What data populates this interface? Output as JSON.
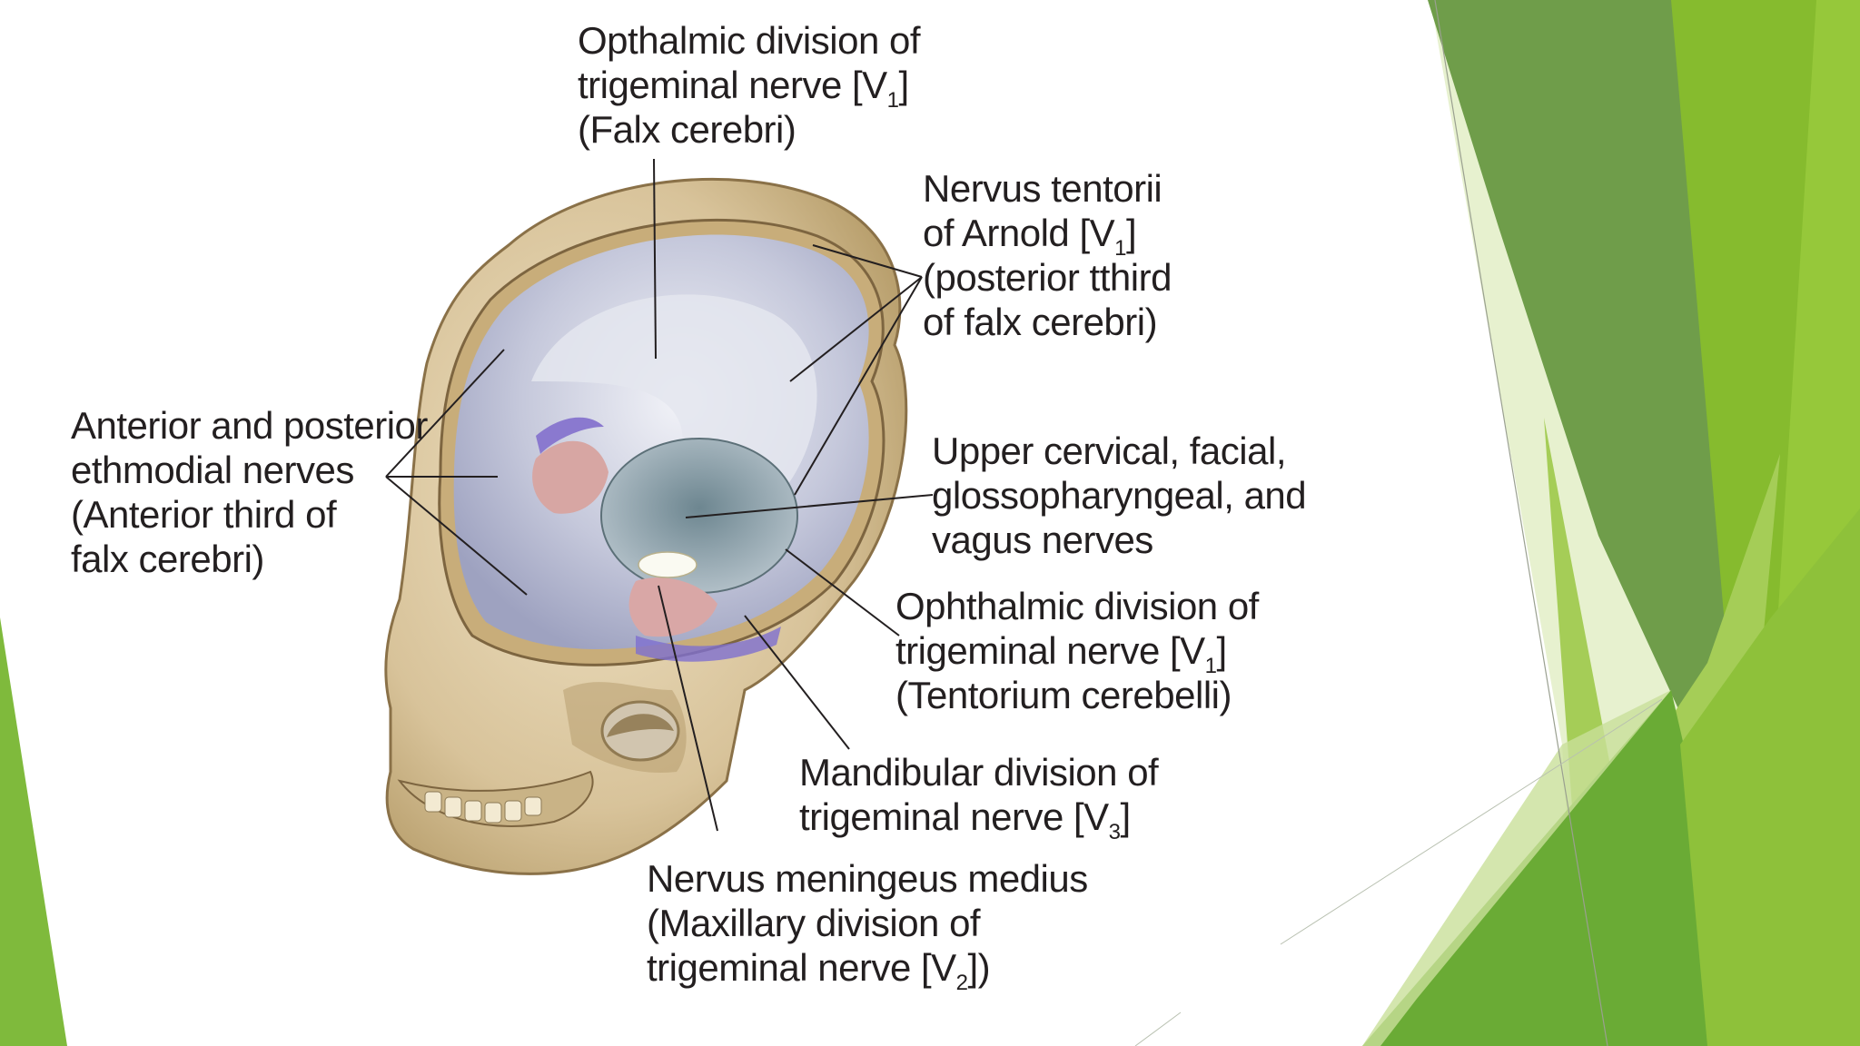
{
  "theme": {
    "background": "#ffffff",
    "accent_dark": "#5a9a2e",
    "accent_mid": "#7cb83a",
    "accent_light": "#b9d97a",
    "text_color": "#231f20"
  },
  "labels": {
    "opthalmic_falx": {
      "line1": "Opthalmic division of",
      "line2_pre": "trigeminal nerve [V",
      "line2_sub": "1",
      "line2_post": "]",
      "line3": "(Falx cerebri)"
    },
    "nervus_tentorii": {
      "line1": "Nervus tentorii",
      "line2_pre": "of Arnold [V",
      "line2_sub": "1",
      "line2_post": "]",
      "line3": "(posterior tthird",
      "line4": "of falx cerebri)"
    },
    "ethmoidal": {
      "line1": "Anterior and posterior",
      "line2": "ethmodial nerves",
      "line3": "(Anterior third of",
      "line4": "falx cerebri)"
    },
    "upper_cervical": {
      "line1": "Upper cervical, facial,",
      "line2": "glossopharyngeal, and",
      "line3": "vagus nerves"
    },
    "ophthalmic_tentorium": {
      "line1": "Ophthalmic division of",
      "line2_pre": "trigeminal nerve [V",
      "line2_sub": "1",
      "line2_post": "]",
      "line3": "(Tentorium cerebelli)"
    },
    "mandibular": {
      "line1": "Mandibular division of",
      "line2_pre": "trigeminal nerve [V",
      "line2_sub": "3",
      "line2_post": "]"
    },
    "meningeus_medius": {
      "line1": "Nervus meningeus medius",
      "line2": "(Maxillary division of",
      "line3_pre": "trigeminal nerve [V",
      "line3_sub": "2",
      "line3_post": "])"
    }
  }
}
